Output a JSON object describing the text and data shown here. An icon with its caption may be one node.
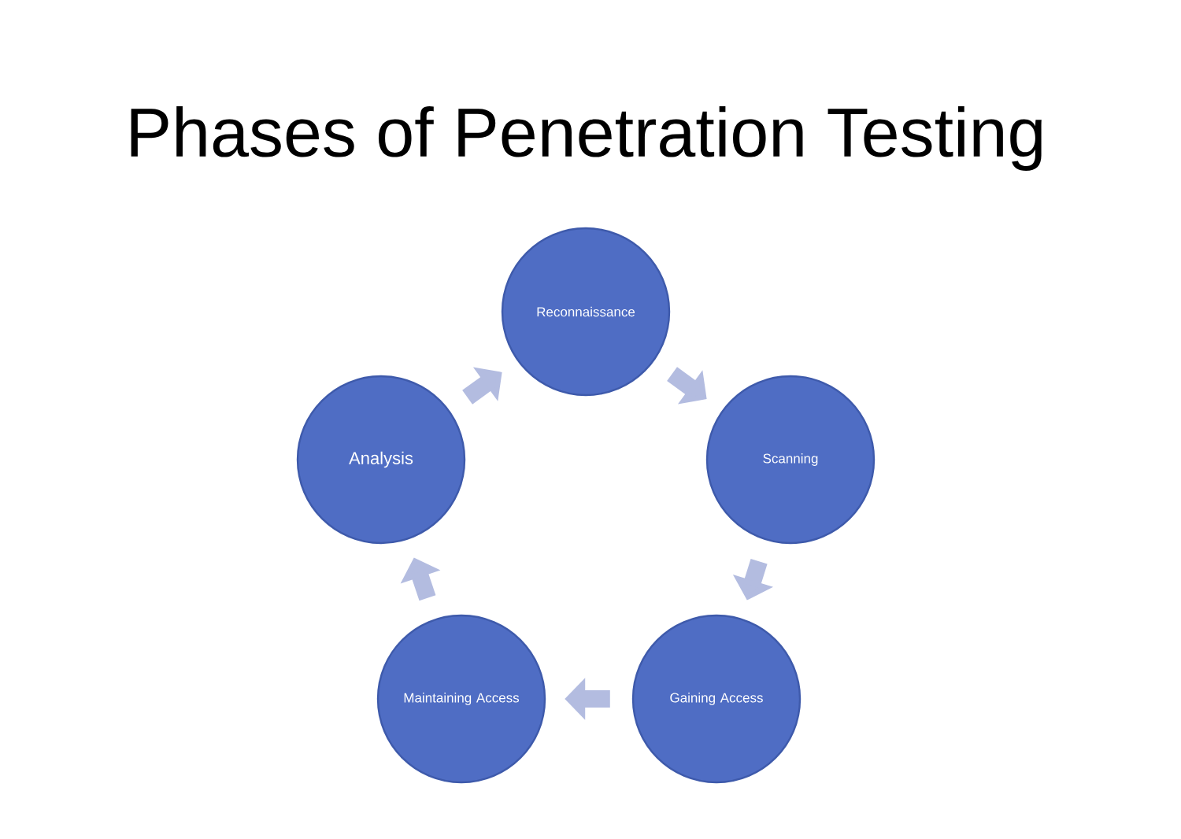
{
  "diagram": {
    "title": "Phases of Penetration Testing",
    "nodes": [
      {
        "text": [
          "Reconnaissance"
        ]
      },
      {
        "text": [
          "Scanning"
        ]
      },
      {
        "text": [
          "Gaining Access"
        ]
      },
      {
        "text": [
          "Maintaining Access"
        ]
      },
      {
        "text": [
          "Analysis"
        ]
      }
    ],
    "edges": [
      {
        "from": 0,
        "to": 1,
        "arrow": "to"
      },
      {
        "from": 1,
        "to": 2,
        "arrow": "to"
      },
      {
        "from": 2,
        "to": 3,
        "arrow": "to"
      },
      {
        "from": 3,
        "to": 4,
        "arrow": "to"
      },
      {
        "from": 4,
        "to": 0,
        "arrow": "to"
      }
    ]
  }
}
